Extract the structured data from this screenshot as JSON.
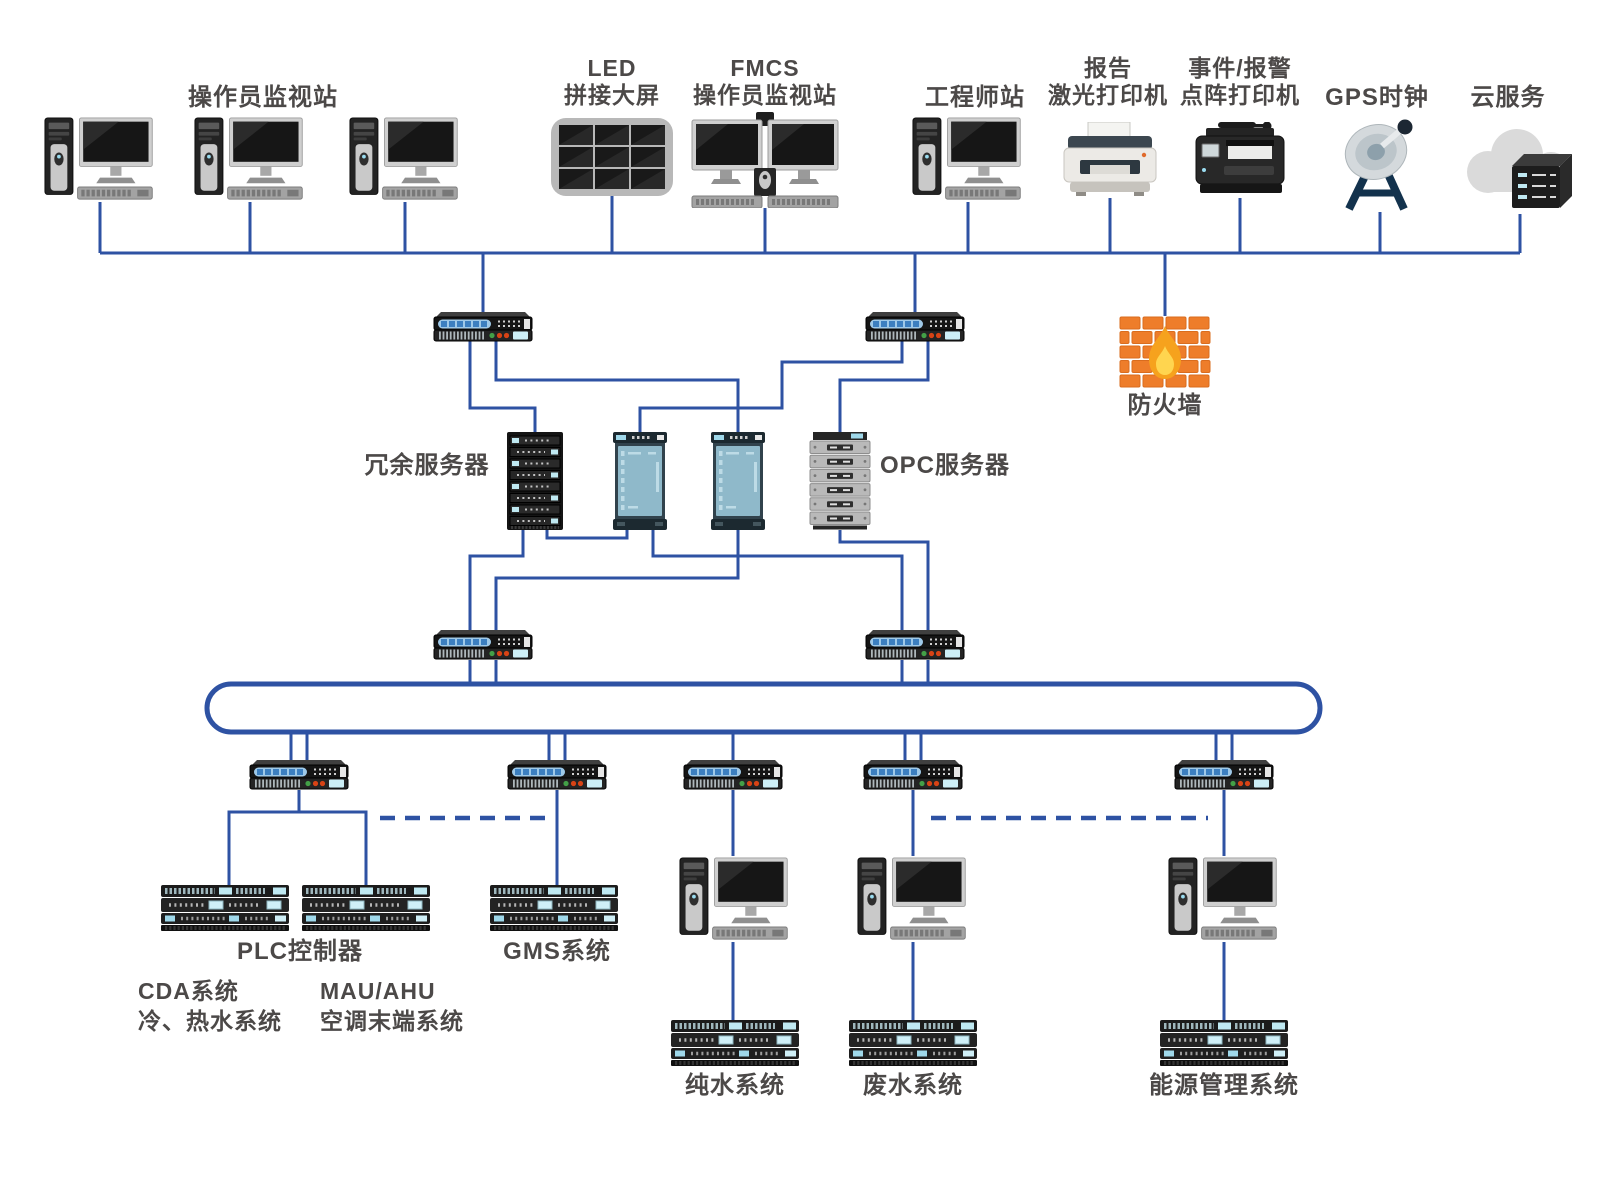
{
  "diagram": {
    "background_color": "#ffffff",
    "line_color": "#2e52a3",
    "label_color": "#4c4948",
    "firewall_color": "#ee7d2a",
    "top_row": {
      "operator_station": {
        "label": "操作员监视站",
        "icon": "desktop-computer",
        "count": 3
      },
      "led_wall": {
        "label": "LED\n拼接大屏",
        "icon": "video-wall"
      },
      "fmcs_station": {
        "label": "FMCS\n操作员监视站",
        "icon": "dual-monitor-workstation"
      },
      "engineer_station": {
        "label": "工程师站",
        "icon": "desktop-computer"
      },
      "laser_printer": {
        "label": "报告\n激光打印机",
        "icon": "laser-printer"
      },
      "dot_matrix_printer": {
        "label": "事件/报警\n点阵打印机",
        "icon": "dot-matrix-printer"
      },
      "gps_clock": {
        "label": "GPS时钟",
        "icon": "satellite-dish"
      },
      "cloud_service": {
        "label": "云服务",
        "icon": "cloud-server"
      }
    },
    "core": {
      "firewall": {
        "label": "防火墙",
        "icon": "brick-wall-flame"
      },
      "redundant_server": {
        "label": "冗余服务器",
        "icon": "black-server-rack"
      },
      "opc_server": {
        "label": "OPC服务器",
        "icon": "gray-server-stack"
      },
      "server_cabinets": {
        "count": 2,
        "icon": "teal-server-cabinet"
      },
      "switch_icon": "ethernet-switch",
      "switch_count": 9
    },
    "field": {
      "plc_controller": {
        "label": "PLC控制器",
        "icon": "plc-rack"
      },
      "gms_system": {
        "label": "GMS系统",
        "icon": "plc-rack"
      },
      "cda_system": {
        "label": "CDA系统\n冷、热水系统"
      },
      "mau_ahu": {
        "label": "MAU/AHU\n空调末端系统"
      },
      "pure_water": {
        "label": "纯水系统",
        "icon": "plc-rack"
      },
      "waste_water": {
        "label": "废水系统",
        "icon": "plc-rack"
      },
      "energy_management": {
        "label": "能源管理系统",
        "icon": "plc-rack"
      }
    }
  }
}
